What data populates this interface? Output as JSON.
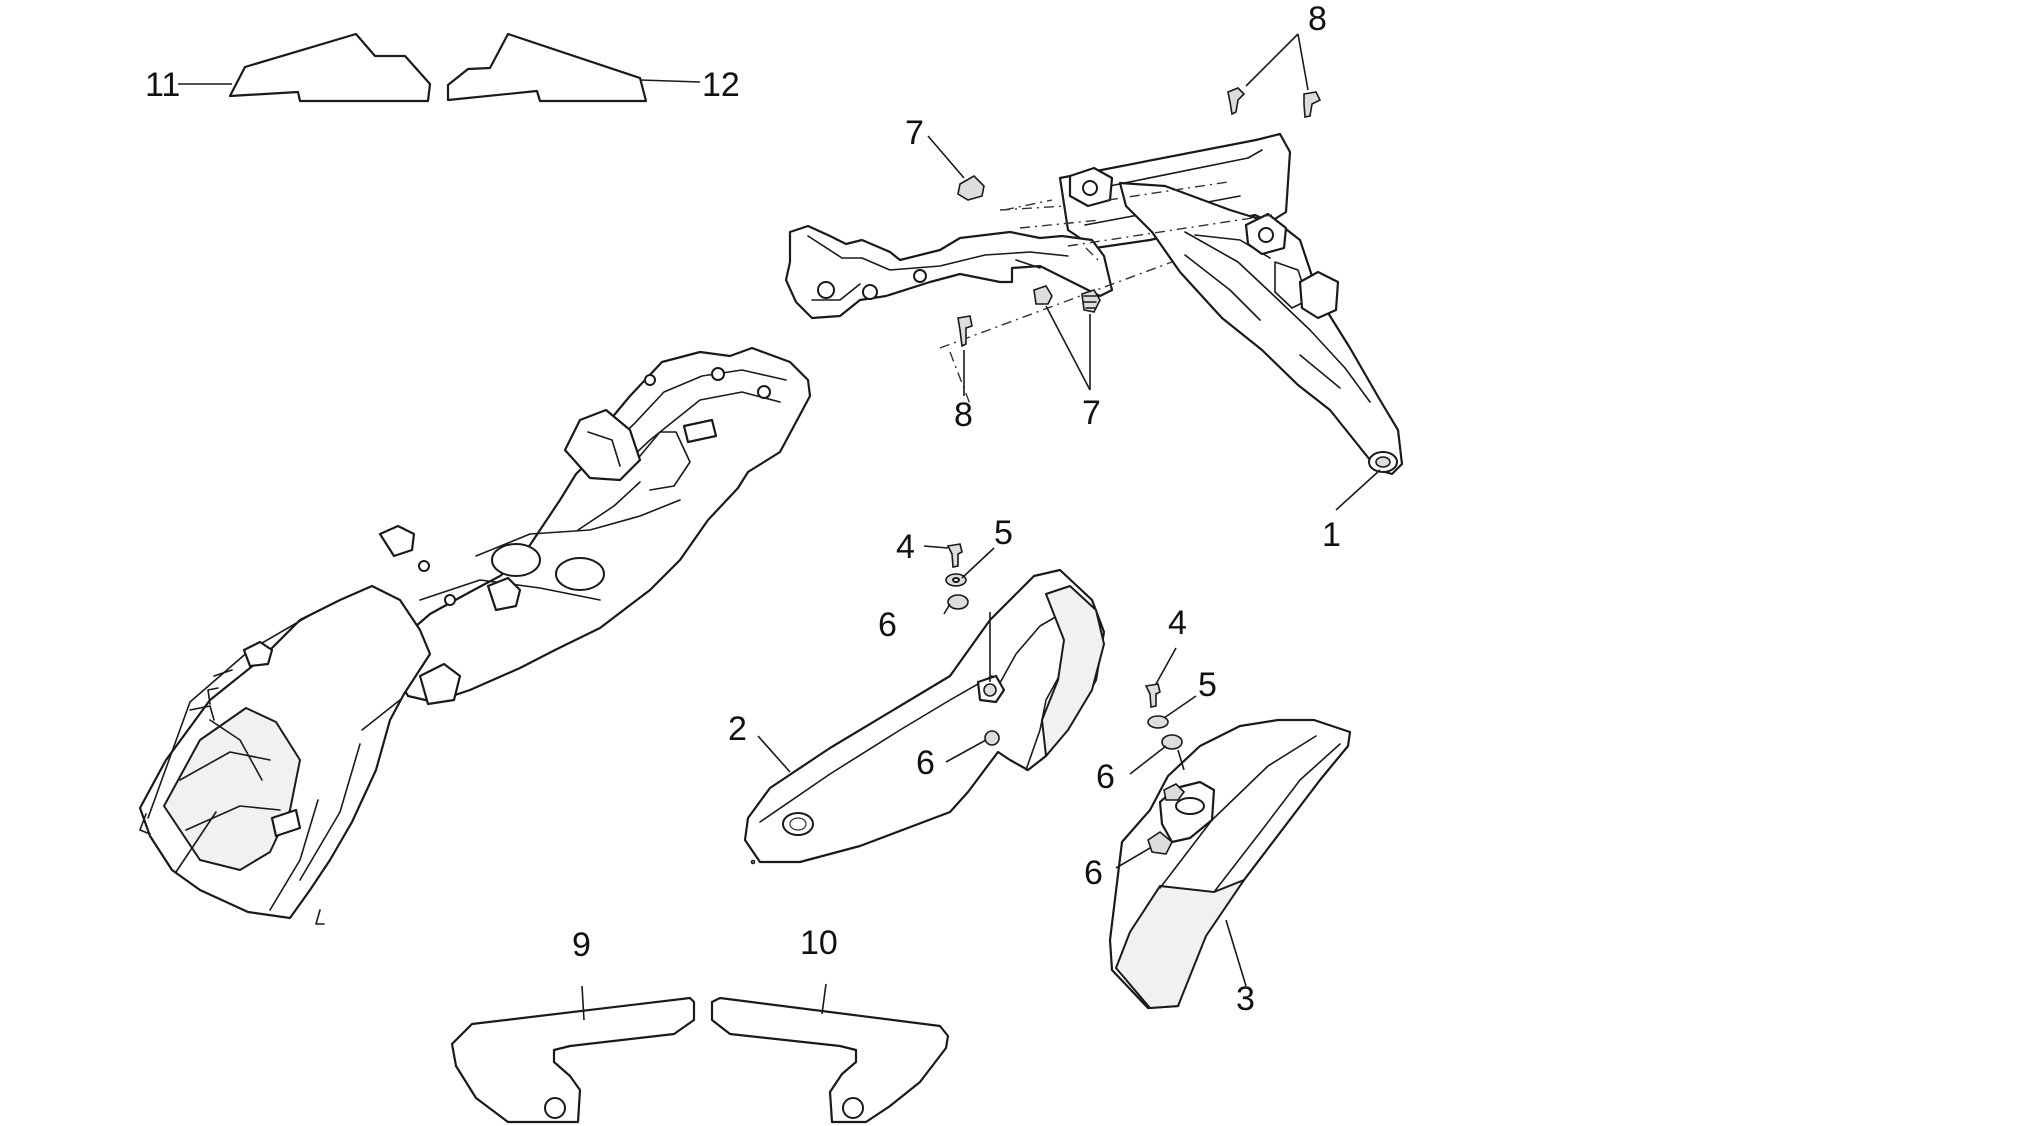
{
  "diagram": {
    "callouts": [
      {
        "id": "c11",
        "label": "11"
      },
      {
        "id": "c12",
        "label": "12"
      },
      {
        "id": "c8a",
        "label": "8"
      },
      {
        "id": "c7a",
        "label": "7"
      },
      {
        "id": "c8b",
        "label": "8"
      },
      {
        "id": "c7b",
        "label": "7"
      },
      {
        "id": "c1",
        "label": "1"
      },
      {
        "id": "c4a",
        "label": "4"
      },
      {
        "id": "c5a",
        "label": "5"
      },
      {
        "id": "c6a",
        "label": "6"
      },
      {
        "id": "c2",
        "label": "2"
      },
      {
        "id": "c6b",
        "label": "6"
      },
      {
        "id": "c4b",
        "label": "4"
      },
      {
        "id": "c5b",
        "label": "5"
      },
      {
        "id": "c6c",
        "label": "6"
      },
      {
        "id": "c6d",
        "label": "6"
      },
      {
        "id": "c3",
        "label": "3"
      },
      {
        "id": "c9",
        "label": "9"
      },
      {
        "id": "c10",
        "label": "10"
      }
    ]
  }
}
